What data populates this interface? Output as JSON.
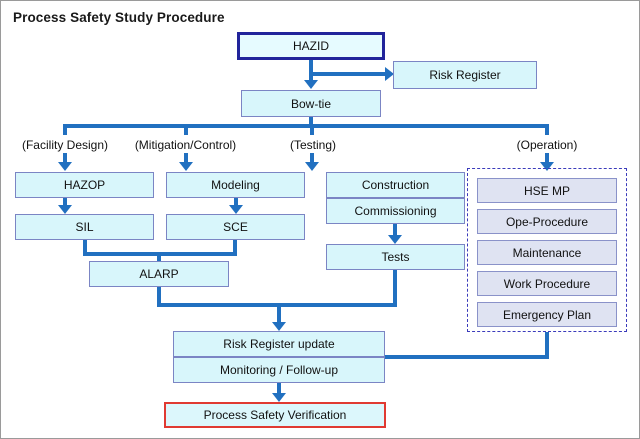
{
  "page": {
    "title": "Process Safety Study Procedure",
    "frame_border_color": "#9a9a9a",
    "background": "#ffffff"
  },
  "colors": {
    "box_fill": "#d8f6fb",
    "box_border": "#7b85c4",
    "hazid_border": "#21249b",
    "verify_border": "#e03a32",
    "operation_fill": "#dfe3f2",
    "operation_group_border": "#3b3bbb",
    "connector": "#2170c0",
    "text": "#111111"
  },
  "nodes": {
    "hazid": "HAZID",
    "risk_register": "Risk Register",
    "bowtie": "Bow-tie",
    "hazop": "HAZOP",
    "sil": "SIL",
    "modeling": "Modeling",
    "sce": "SCE",
    "alarp": "ALARP",
    "construction": "Construction",
    "commissioning": "Commissioning",
    "tests": "Tests",
    "risk_register_update": "Risk Register update",
    "monitoring": "Monitoring / Follow-up",
    "process_safety_verification": "Process Safety Verification"
  },
  "column_labels": [
    "(Facility Design)",
    "(Mitigation/Control)",
    "(Testing)",
    "(Operation)"
  ],
  "operation_items": [
    "HSE MP",
    "Ope-Procedure",
    "Maintenance",
    "Work Procedure",
    "Emergency Plan"
  ],
  "chart_data": {
    "type": "diagram",
    "diagram_kind": "flowchart",
    "title": "Process Safety Study Procedure",
    "nodes": [
      {
        "id": "hazid",
        "label": "HAZID",
        "style": "thick-navy-border"
      },
      {
        "id": "risk_register",
        "label": "Risk Register",
        "style": "default"
      },
      {
        "id": "bowtie",
        "label": "Bow-tie",
        "style": "default"
      },
      {
        "id": "hazop",
        "label": "HAZOP",
        "column": "(Facility Design)"
      },
      {
        "id": "sil",
        "label": "SIL",
        "column": "(Facility Design)"
      },
      {
        "id": "modeling",
        "label": "Modeling",
        "column": "(Mitigation/Control)"
      },
      {
        "id": "sce",
        "label": "SCE",
        "column": "(Mitigation/Control)"
      },
      {
        "id": "alarp",
        "label": "ALARP",
        "column": "merged"
      },
      {
        "id": "construction",
        "label": "Construction",
        "column": "(Testing)"
      },
      {
        "id": "commissioning",
        "label": "Commissioning",
        "column": "(Testing)"
      },
      {
        "id": "tests",
        "label": "Tests",
        "column": "(Testing)"
      },
      {
        "id": "hse_mp",
        "label": "HSE MP",
        "column": "(Operation)"
      },
      {
        "id": "ope_procedure",
        "label": "Ope-Procedure",
        "column": "(Operation)"
      },
      {
        "id": "maintenance",
        "label": "Maintenance",
        "column": "(Operation)"
      },
      {
        "id": "work_procedure",
        "label": "Work Procedure",
        "column": "(Operation)"
      },
      {
        "id": "emergency_plan",
        "label": "Emergency Plan",
        "column": "(Operation)"
      },
      {
        "id": "risk_register_update",
        "label": "Risk Register update"
      },
      {
        "id": "monitoring",
        "label": "Monitoring / Follow-up"
      },
      {
        "id": "process_safety_verification",
        "label": "Process Safety Verification",
        "style": "red-border"
      }
    ],
    "edges": [
      {
        "from": "hazid",
        "to": "risk_register"
      },
      {
        "from": "hazid",
        "to": "bowtie"
      },
      {
        "from": "bowtie",
        "to": "hazop"
      },
      {
        "from": "bowtie",
        "to": "modeling"
      },
      {
        "from": "bowtie",
        "to": "construction"
      },
      {
        "from": "bowtie",
        "to": "operation_group"
      },
      {
        "from": "hazop",
        "to": "sil"
      },
      {
        "from": "modeling",
        "to": "sce"
      },
      {
        "from": "sil",
        "to": "alarp"
      },
      {
        "from": "sce",
        "to": "alarp"
      },
      {
        "from": "commissioning",
        "to": "tests"
      },
      {
        "from": "alarp",
        "to": "risk_register_update"
      },
      {
        "from": "tests",
        "to": "risk_register_update"
      },
      {
        "from": "operation_group",
        "to": "risk_register_update"
      },
      {
        "from": "monitoring",
        "to": "process_safety_verification"
      }
    ]
  }
}
